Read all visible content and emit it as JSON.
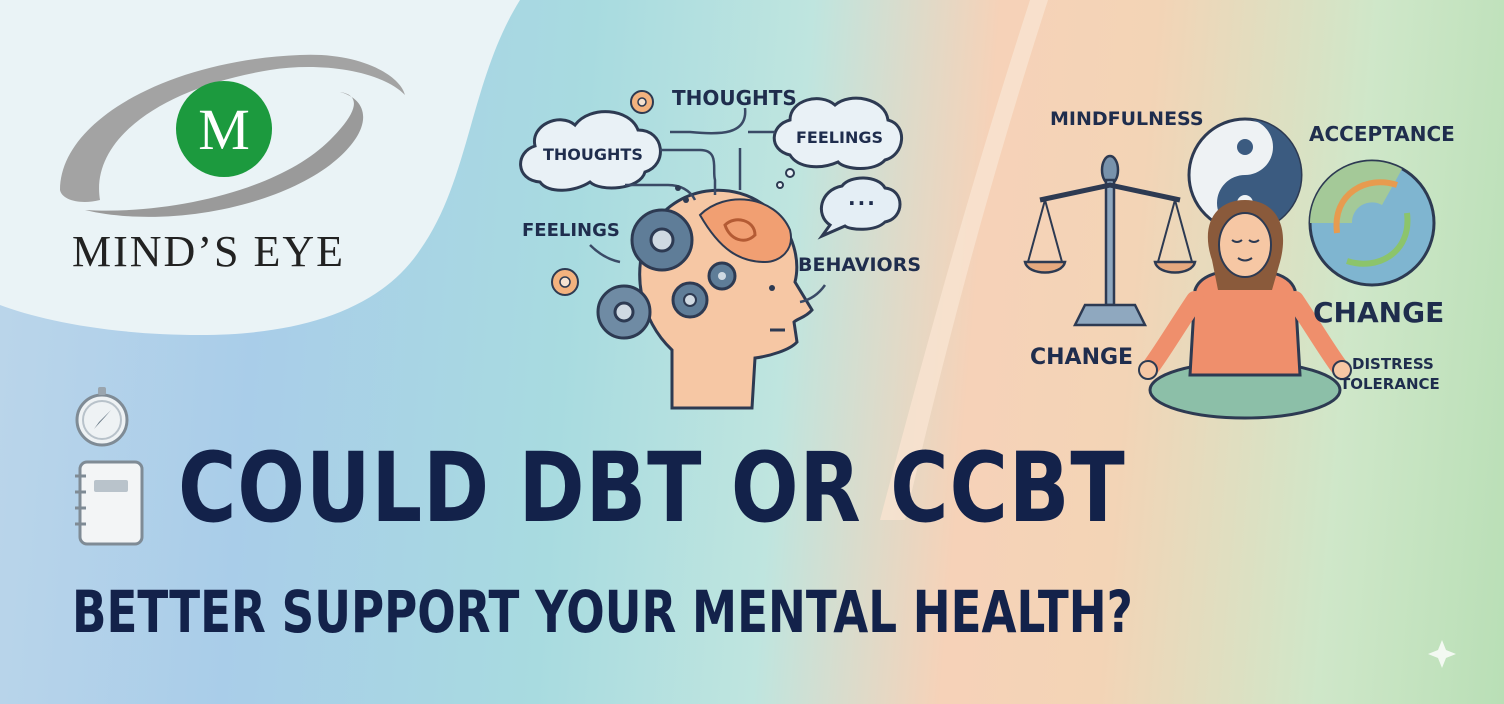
{
  "brand": {
    "logo_letter": "M",
    "name": "MIND’S  EYE"
  },
  "cbt_illustration": {
    "labels": {
      "thoughts_top": "THOUGHTS",
      "thoughts_cloud": "THOUGHTS",
      "feelings_cloud": "FEELINGS",
      "feelings_left": "FEELINGS",
      "behaviors": "BEHAVIORS",
      "speech_dots": "..."
    }
  },
  "dbt_illustration": {
    "labels": {
      "mindfulness": "MINDFULNESS",
      "acceptance": "ACCEPTANCE",
      "change_right": "CHANGE",
      "change_left": "CHANGE",
      "distress_line1": "DISTRESS",
      "distress_line2": "TOLERANCE"
    }
  },
  "headline": "COULD DBT OR CCBT",
  "subheadline": "BETTER SUPPORT YOUR MENTAL HEALTH?",
  "colors": {
    "navy": "#13224a",
    "logo_green": "#1c9a3e",
    "gear_blue": "#5f7d98",
    "skin": "#f6c7a4",
    "shirt_orange": "#ef8f6c",
    "pants_green": "#8cbfa8"
  }
}
